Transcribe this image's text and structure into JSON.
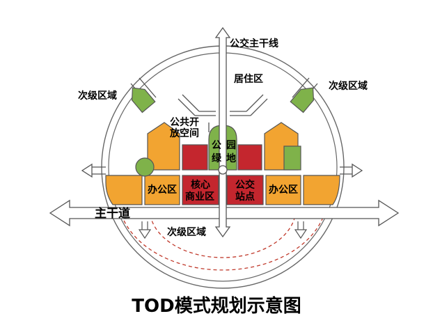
{
  "labels": {
    "bus_trunk_line": "公交主干线",
    "residential": "居住区",
    "secondary_left": "次级区域",
    "secondary_right": "次级区域",
    "secondary_bottom": "次级区域",
    "public_space_1": "公共开",
    "public_space_2": "放空间",
    "green_1": "公",
    "green_2": "园",
    "green_3": "绿",
    "green_4": "地",
    "office_left": "办公区",
    "office_right": "办公区",
    "core_1": "核心",
    "core_2": "商业区",
    "transit_1": "公交",
    "transit_2": "站点",
    "main_road": "主干道"
  },
  "title": "TOD模式规划示意图",
  "colors": {
    "orange": "#f2a431",
    "red": "#c4262e",
    "green": "#7fb24a",
    "dashed": "#c0392b"
  }
}
